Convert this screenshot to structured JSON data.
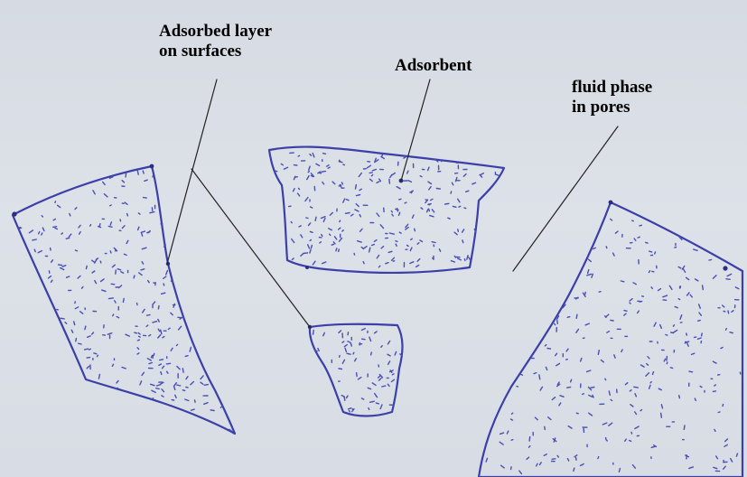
{
  "labels": {
    "adsorbed_layer": [
      "Adsorbed layer",
      "on surfaces"
    ],
    "adsorbent": "Adsorbent",
    "fluid_phase": [
      "fluid phase",
      "in pores"
    ]
  },
  "colors": {
    "ink": "#3b3fa8",
    "stipple": "#4a4fb4",
    "leader": "#222222",
    "paper": "#d9dde4"
  }
}
